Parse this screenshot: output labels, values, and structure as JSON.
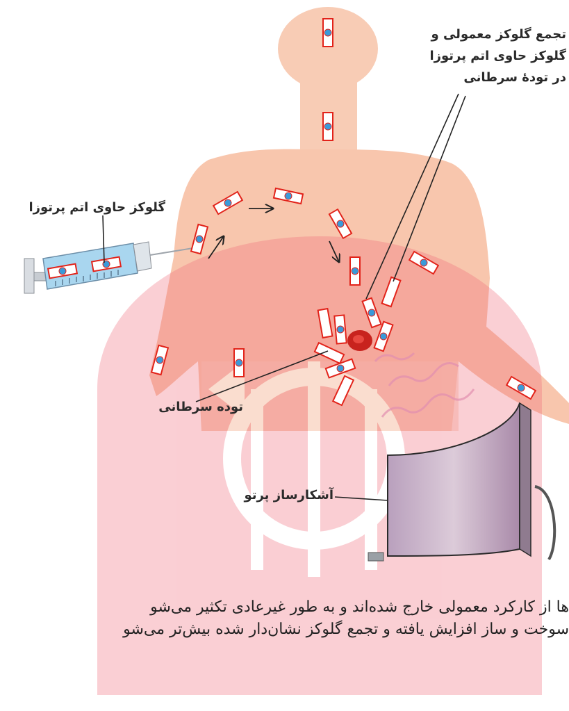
{
  "labels": {
    "accumulation_lines": [
      "تجمع گلوکز معمولی و",
      "گلوکز حاوی اتم پرتوزا",
      "در تودهٔ سرطانی"
    ],
    "radioactive_glucose": "گلوکز حاوی اتم پرتوزا",
    "tumor": "توده سرطانی",
    "detector": "آشکارساز پرتو"
  },
  "body_text": {
    "line1": "ها از کارکرد معمولی خارج شده‌اند و به طور غیرعادی تکثیر می‌شو",
    "line2": "سوخت و ساز افزایش یافته و تجمع گلوکز نشان‌دار شده بیش‌تر می‌شو"
  },
  "colors": {
    "body_skin": "#f7c8b0",
    "glucose_outline": "#e2231a",
    "glucose_dot": "#3a9ad9",
    "tumor": "#c8231e",
    "watermark": "#e8323c",
    "detector": "#c8b2c8"
  }
}
